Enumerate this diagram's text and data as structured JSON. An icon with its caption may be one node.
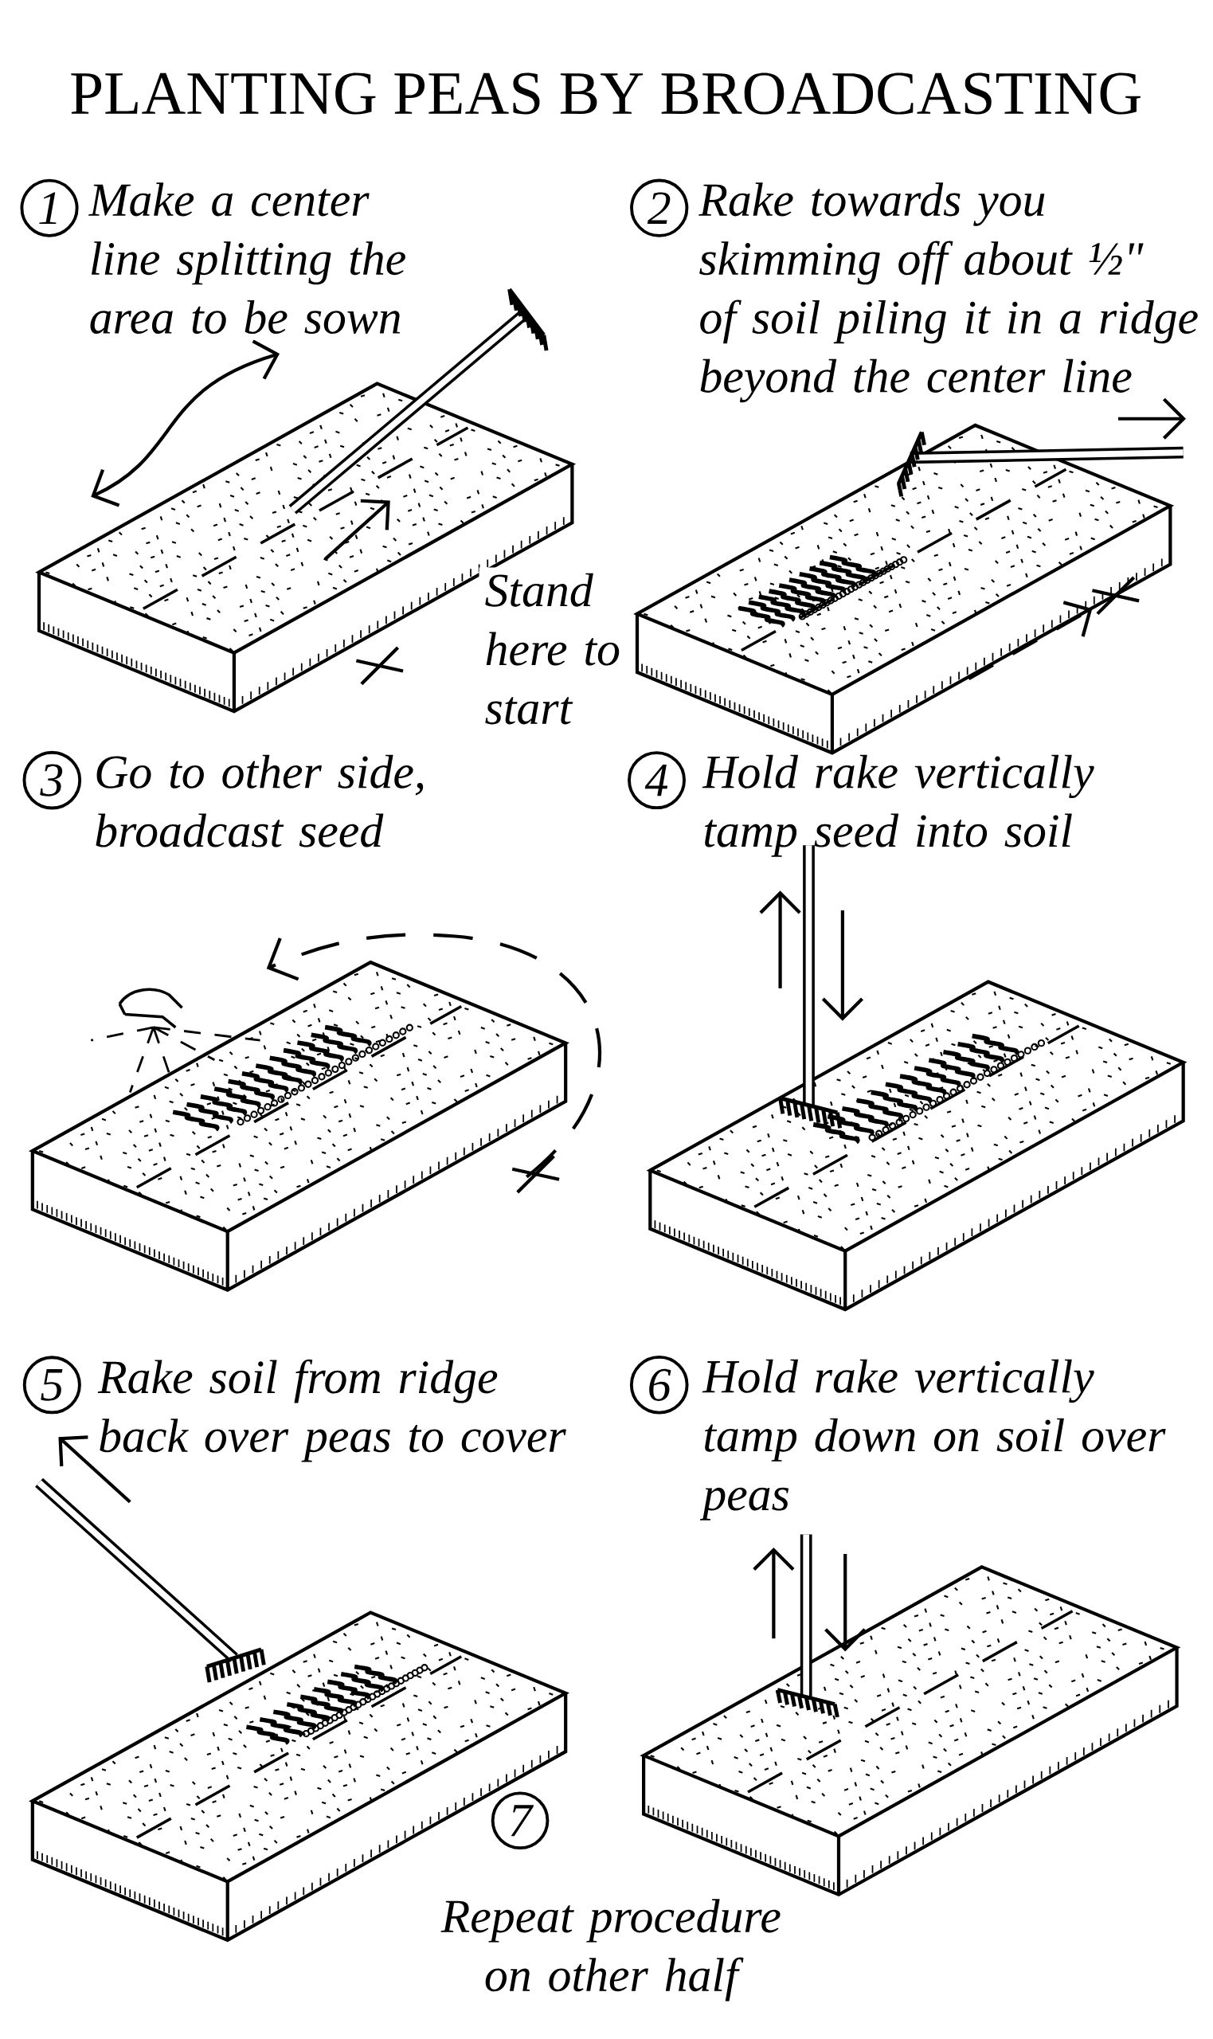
{
  "diagram": {
    "title": "PLANTING PEAS BY BROADCASTING",
    "labels": [
      "1",
      "Make a center line splitting the area to be sown",
      "2",
      "Rake towards you skimming off about ½\" of soil piling it in a ridge beyond the center line",
      "Stand here to start",
      "3",
      "Go to other side, broadcast seed",
      "4",
      "Hold rake vertically tamp seed into soil",
      "5",
      "Rake soil from ridge back over peas to cover",
      "6",
      "Hold rake vertically tamp down on soil over peas",
      "7",
      "Repeat procedure on other half"
    ]
  }
}
